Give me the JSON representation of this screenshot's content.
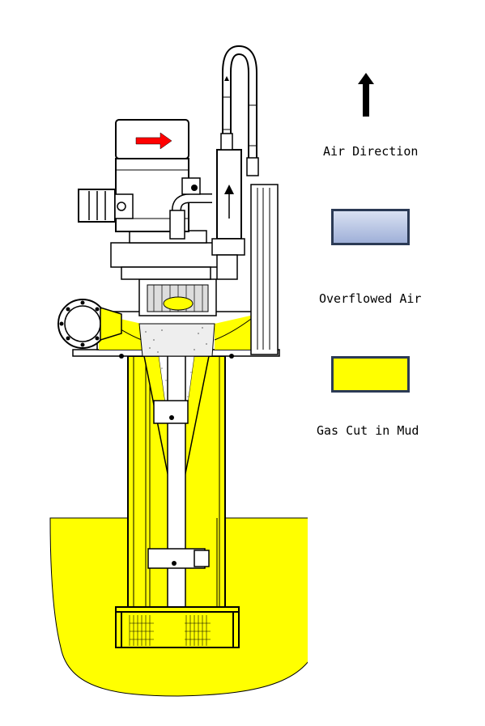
{
  "legend": {
    "air_direction": {
      "label": "Air Direction",
      "icon": "up-arrow-icon"
    },
    "overflowed_air": {
      "label": "Overflowed Air",
      "color_top": "#d9e1f2",
      "color_bottom": "#9fb0d8"
    },
    "gas_cut_in_mud": {
      "label": "Gas Cut in Mud",
      "color": "#ffff00"
    }
  },
  "colors": {
    "mud": "#ffff00",
    "outline": "#000000",
    "motor": "#ffffff",
    "motor_arrow": "#ff0000",
    "speckle": "#888888"
  }
}
